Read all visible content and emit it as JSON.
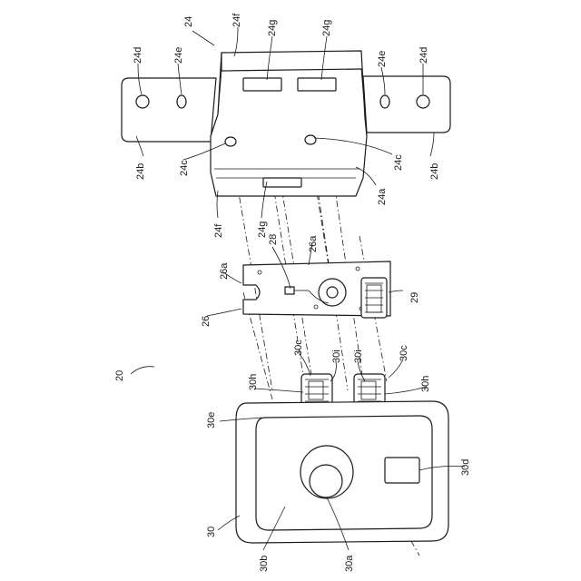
{
  "figure": {
    "labels": {
      "l20": "20",
      "l24": "24",
      "l24a": "24a",
      "l24b_left": "24b",
      "l24b_right": "24b",
      "l24c_left": "24c",
      "l24c_right": "24c",
      "l24d_left": "24d",
      "l24d_right": "24d",
      "l24e_left": "24e",
      "l24e_right": "24e",
      "l24f_top": "24f",
      "l24f_bottom": "24f",
      "l24g_left": "24g",
      "l24g_right": "24g",
      "l24g_bottom": "24g",
      "l26": "26",
      "l26a_left": "26a",
      "l26a_right": "26a",
      "l28": "28",
      "l29": "29",
      "l30": "30",
      "l30a": "30a",
      "l30b": "30b",
      "l30c_left": "30c",
      "l30c_right": "30c",
      "l30d": "30d",
      "l30e": "30e",
      "l30h_left": "30h",
      "l30h_right": "30h",
      "l30i_left": "30i",
      "l30i_right": "30i"
    }
  }
}
